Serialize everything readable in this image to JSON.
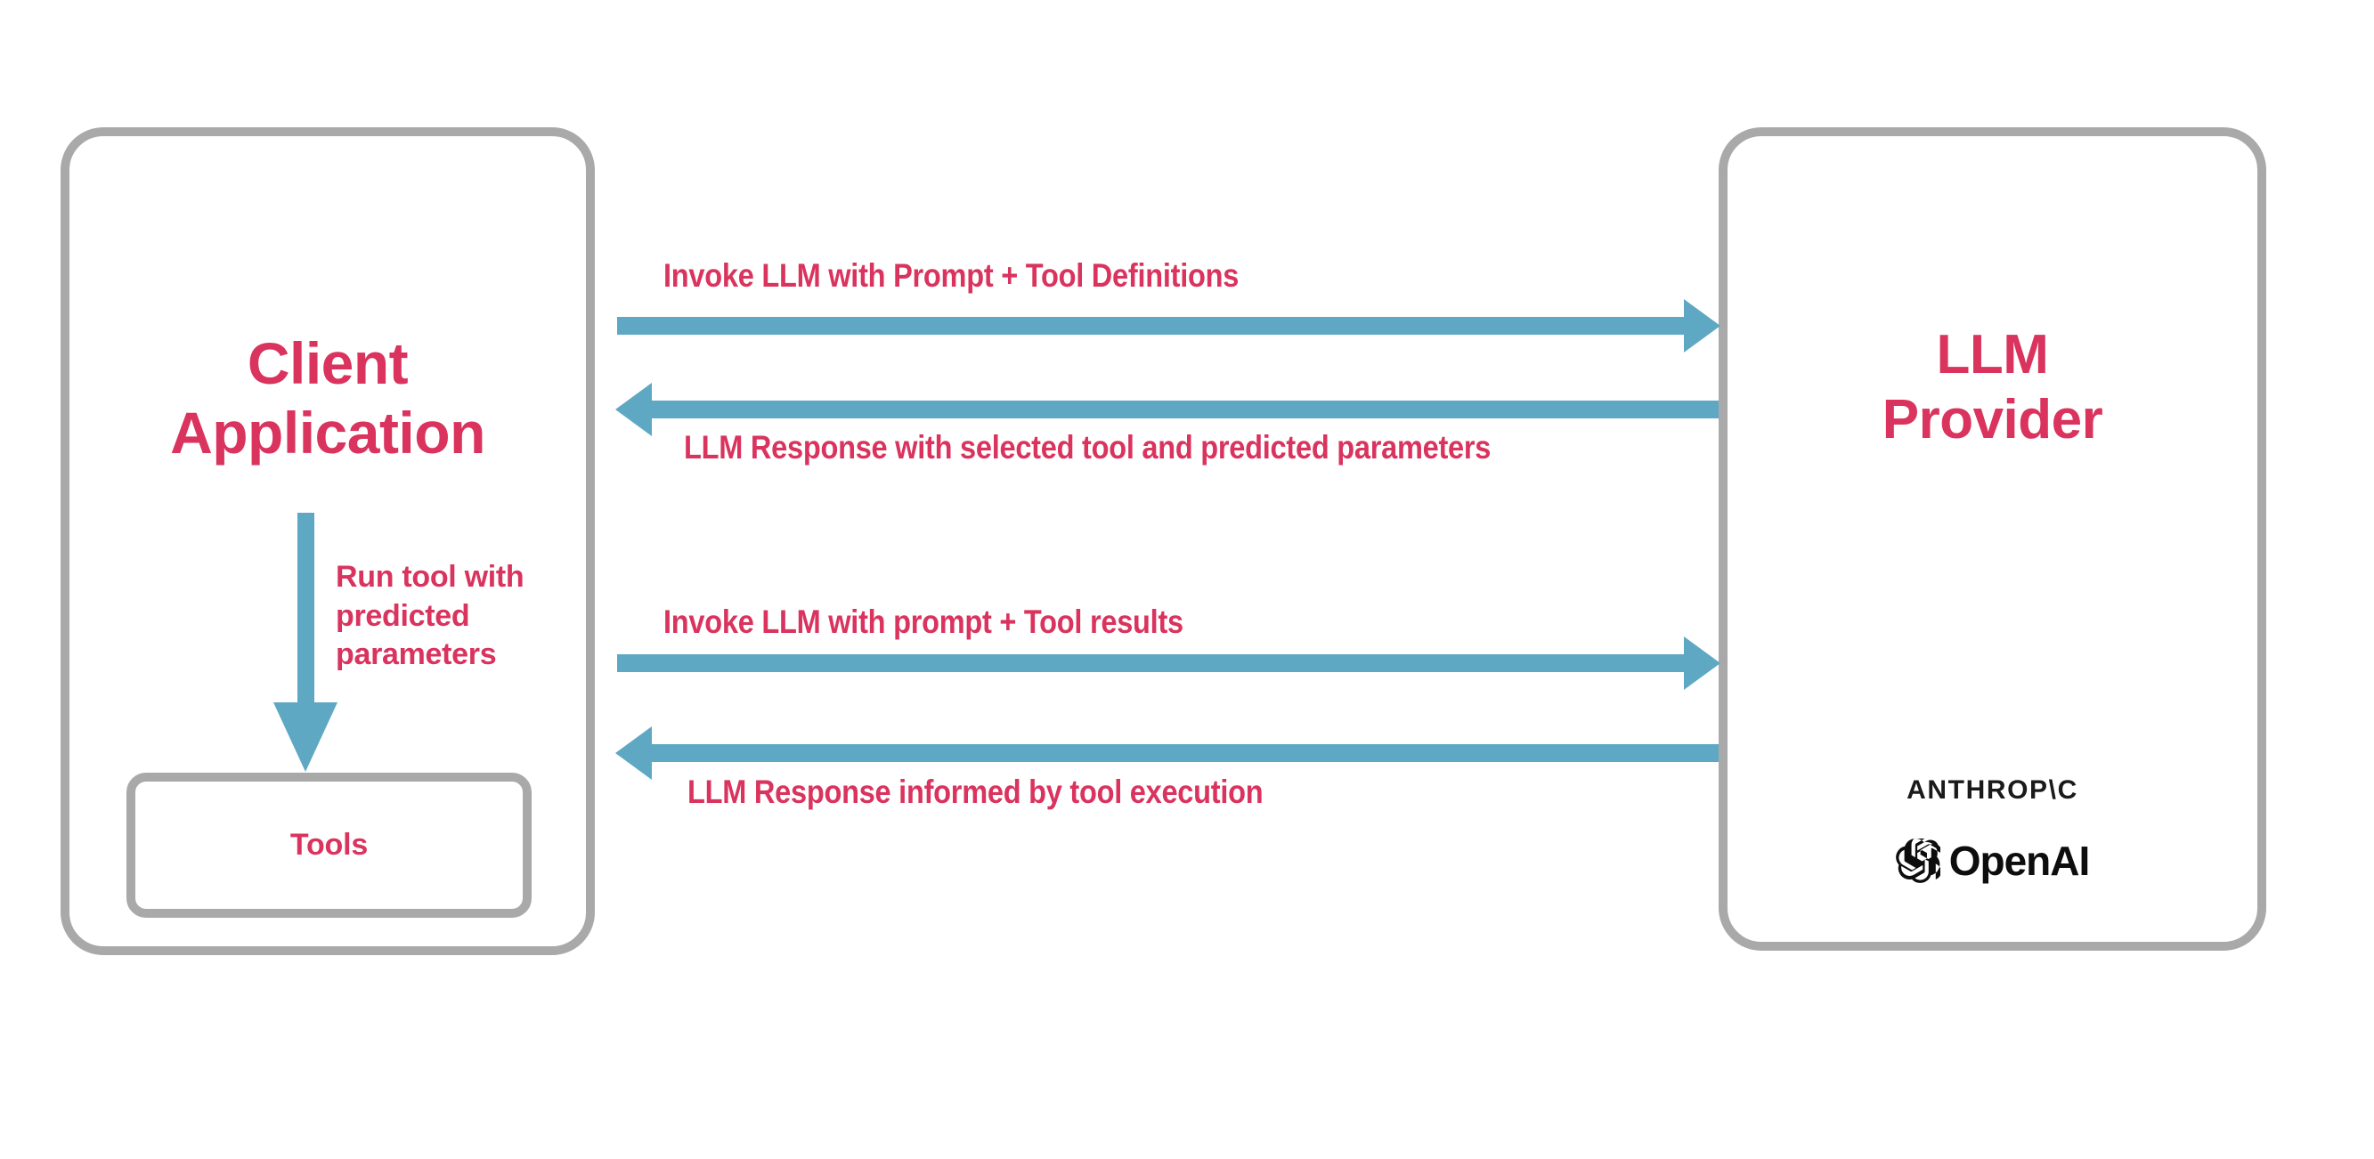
{
  "diagram": {
    "title": "LLM tool-calling interaction flow",
    "colors": {
      "accent_text": "#d9335e",
      "arrow": "#5fa8c4",
      "box_border": "#a9a9a9",
      "logo_text": "#111111",
      "background": "#ffffff"
    },
    "nodes": {
      "client": {
        "label": "Client\nApplication",
        "inner": {
          "label": "Tools"
        }
      },
      "provider": {
        "label": "LLM\nProvider",
        "logos": [
          {
            "name": "anthropic-logo",
            "text": "ANTHROP\\C"
          },
          {
            "name": "openai-logo",
            "text": "OpenAI"
          }
        ]
      }
    },
    "flows": [
      {
        "id": "flow-1",
        "label": "Invoke LLM with Prompt + Tool Definitions",
        "direction": "client-to-provider"
      },
      {
        "id": "flow-2",
        "label": "LLM Response with selected tool and predicted parameters",
        "direction": "provider-to-client"
      },
      {
        "id": "flow-3",
        "label": "Invoke LLM with prompt + Tool results",
        "direction": "client-to-provider"
      },
      {
        "id": "flow-4",
        "label": "LLM Response informed by tool execution",
        "direction": "provider-to-client"
      },
      {
        "id": "flow-vertical",
        "label": "Run tool with\npredicted\nparameters",
        "direction": "application-to-tools"
      }
    ]
  }
}
